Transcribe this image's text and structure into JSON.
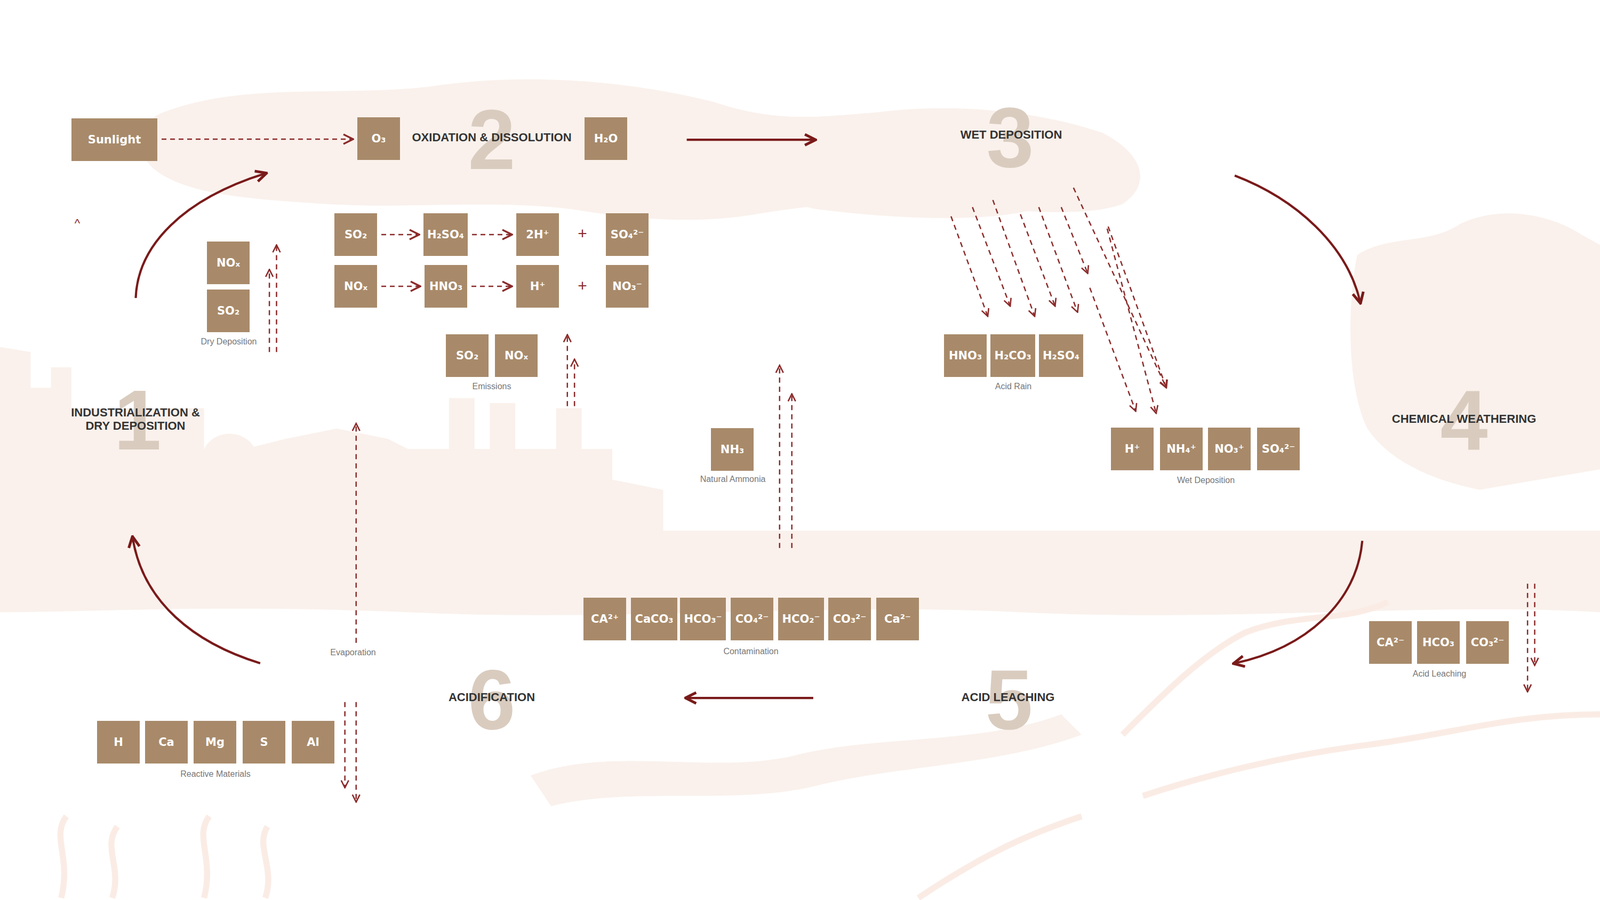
{
  "diagram": {
    "nodes": [
      {
        "text": [
          "Sunlight"
        ]
      },
      {
        "text": [
          "O₃"
        ]
      },
      {
        "text": [
          "H₂O"
        ]
      },
      {
        "text": [
          "SO₂"
        ]
      },
      {
        "text": [
          "H₂SO₄"
        ]
      },
      {
        "text": [
          "2H⁺"
        ]
      },
      {
        "text": [
          "SO₄²⁻"
        ]
      },
      {
        "text": [
          "NOₓ"
        ]
      },
      {
        "text": [
          "HNO₃"
        ]
      },
      {
        "text": [
          "H⁺"
        ]
      },
      {
        "text": [
          "NO₃⁻"
        ]
      },
      {
        "text": [
          "NOₓ"
        ]
      },
      {
        "text": [
          "SO₂"
        ]
      },
      {
        "text": [
          "SO₂"
        ]
      },
      {
        "text": [
          "NOₓ"
        ]
      },
      {
        "text": [
          "NH₃"
        ]
      },
      {
        "text": [
          "HNO₃"
        ]
      },
      {
        "text": [
          "H₂CO₃"
        ]
      },
      {
        "text": [
          "H₂SO₄"
        ]
      },
      {
        "text": [
          "H⁺"
        ]
      },
      {
        "text": [
          "NH₄⁺"
        ]
      },
      {
        "text": [
          "NO₃⁺"
        ]
      },
      {
        "text": [
          "SO₄²⁻"
        ]
      },
      {
        "text": [
          "CA²⁺"
        ]
      },
      {
        "text": [
          "CaCO₃"
        ]
      },
      {
        "text": [
          "HCO₃⁻"
        ]
      },
      {
        "text": [
          "CO₄²⁻"
        ]
      },
      {
        "text": [
          "HCO₂⁻"
        ]
      },
      {
        "text": [
          "CO₃²⁻"
        ]
      },
      {
        "text": [
          "Ca²⁻"
        ]
      },
      {
        "text": [
          "CA²⁻"
        ]
      },
      {
        "text": [
          "HCO₃"
        ]
      },
      {
        "text": [
          "CO₃²⁻"
        ]
      },
      {
        "text": [
          "H"
        ]
      },
      {
        "text": [
          "Ca"
        ]
      },
      {
        "text": [
          "Mg"
        ]
      },
      {
        "text": [
          "S"
        ]
      },
      {
        "text": [
          "Al"
        ]
      }
    ],
    "edges": [
      {
        "from": 0,
        "to": 1,
        "arrow": "to"
      },
      {
        "from": 3,
        "to": 4,
        "arrow": "to"
      },
      {
        "from": 4,
        "to": 5,
        "arrow": "to"
      },
      {
        "from": 7,
        "to": 8,
        "arrow": "to"
      },
      {
        "from": 8,
        "to": 9,
        "arrow": "to"
      }
    ],
    "labels": [
      "1",
      "INDUSTRIALIZATION & DRY DEPOSITION",
      "2",
      "OXIDATION & DISSOLUTION",
      "3",
      "WET DEPOSITION",
      "4",
      "CHEMICAL WEATHERING",
      "5",
      "ACID LEACHING",
      "6",
      "ACIDIFICATION",
      "+",
      "+",
      "^",
      "Dry Deposition",
      "Emissions",
      "Natural Ammonia",
      "Acid Rain",
      "Wet Deposition",
      "Contamination",
      "Acid Leaching",
      "Evaporation",
      "Reactive Materials"
    ]
  }
}
